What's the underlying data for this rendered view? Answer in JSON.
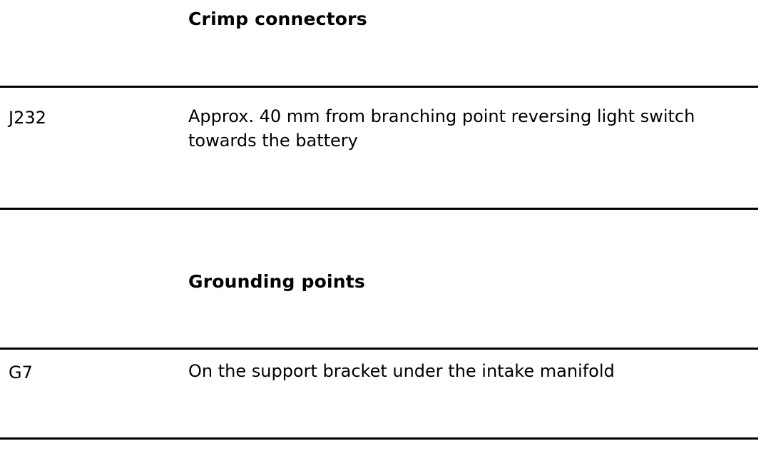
{
  "sections": [
    {
      "heading": "Crimp connectors",
      "rows": [
        {
          "code": "J232",
          "description": "Approx. 40 mm from branching point reversing light switch towards the battery"
        }
      ]
    },
    {
      "heading": "Grounding points",
      "rows": [
        {
          "code": "G7",
          "description": "On the support bracket under the intake manifold"
        }
      ]
    }
  ]
}
